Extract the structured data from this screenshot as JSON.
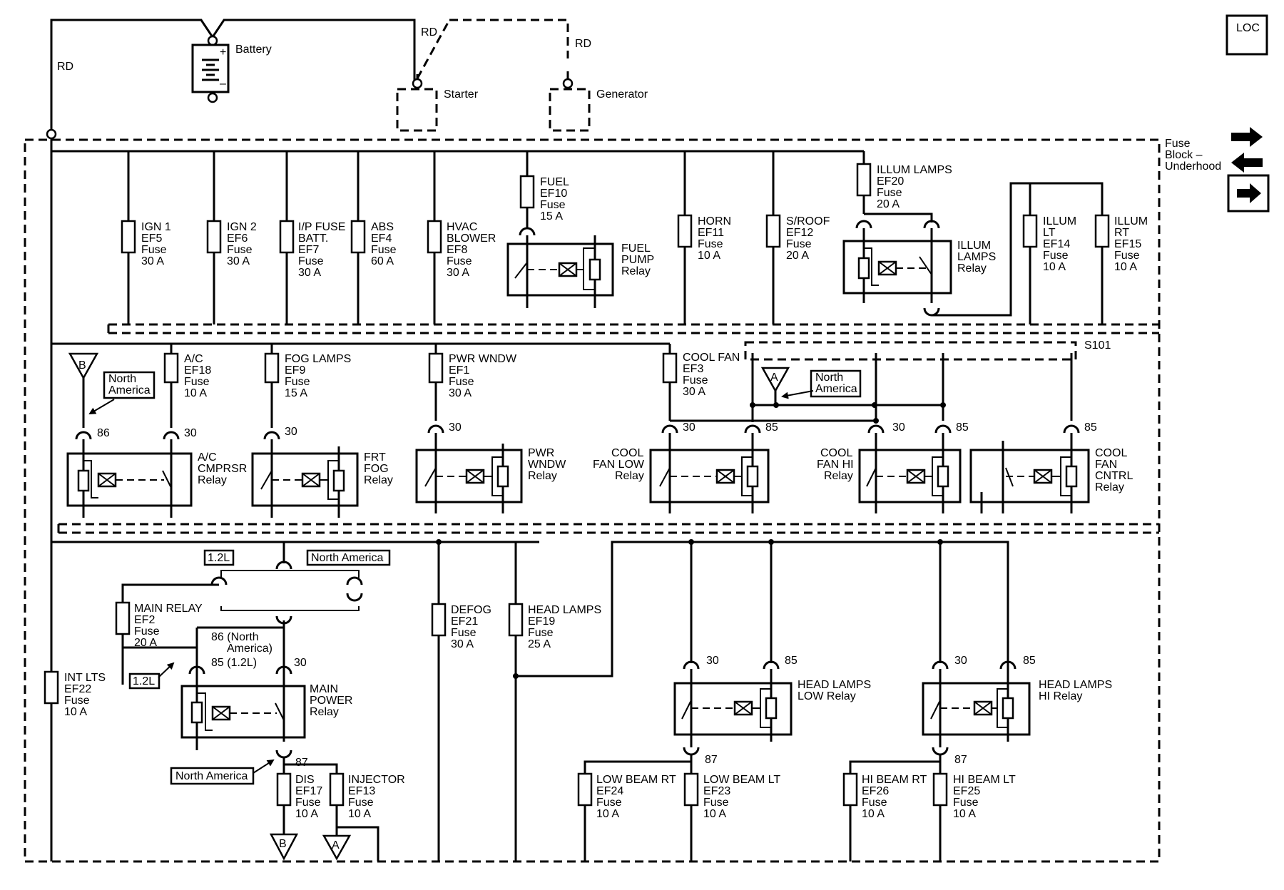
{
  "wire_color": "RD",
  "battery": "Battery",
  "starter": "Starter",
  "generator": "Generator",
  "fuse_block": [
    "Fuse",
    "Block –",
    "Underhood"
  ],
  "loc_icon": "LOC",
  "splice": "S101",
  "top_fuses": [
    {
      "lines": [
        "IGN 1",
        "EF5",
        "Fuse",
        "30 A"
      ]
    },
    {
      "lines": [
        "IGN 2",
        "EF6",
        "Fuse",
        "30 A"
      ]
    },
    {
      "lines": [
        "I/P FUSE",
        "BATT.",
        "EF7",
        "Fuse",
        "30 A"
      ]
    },
    {
      "lines": [
        "ABS",
        "EF4",
        "Fuse",
        "60 A"
      ]
    },
    {
      "lines": [
        "HVAC",
        "BLOWER",
        "EF8",
        "Fuse",
        "30 A"
      ]
    },
    {
      "lines": [
        "FUEL",
        "EF10",
        "Fuse",
        "15 A"
      ]
    },
    {
      "lines": [
        "HORN",
        "EF11",
        "Fuse",
        "10 A"
      ]
    },
    {
      "lines": [
        "S/ROOF",
        "EF12",
        "Fuse",
        "20 A"
      ]
    },
    {
      "lines": [
        "ILLUM LAMPS",
        "EF20",
        "Fuse",
        "20 A"
      ]
    },
    {
      "lines": [
        "ILLUM",
        "LT",
        "EF14",
        "Fuse",
        "10 A"
      ]
    },
    {
      "lines": [
        "ILLUM",
        "RT",
        "EF15",
        "Fuse",
        "10 A"
      ]
    }
  ],
  "mid_fuses": [
    {
      "lines": [
        "A/C",
        "EF18",
        "Fuse",
        "10 A"
      ]
    },
    {
      "lines": [
        "FOG LAMPS",
        "EF9",
        "Fuse",
        "15 A"
      ]
    },
    {
      "lines": [
        "PWR WNDW",
        "EF1",
        "Fuse",
        "30 A"
      ]
    },
    {
      "lines": [
        "COOL FAN",
        "EF3",
        "Fuse",
        "30 A"
      ]
    }
  ],
  "bottom_fuses": [
    {
      "lines": [
        "MAIN RELAY",
        "EF2",
        "Fuse",
        "20 A"
      ]
    },
    {
      "lines": [
        "INT LTS",
        "EF22",
        "Fuse",
        "10 A"
      ]
    },
    {
      "lines": [
        "DEFOG",
        "EF21",
        "Fuse",
        "30 A"
      ]
    },
    {
      "lines": [
        "HEAD LAMPS",
        "EF19",
        "Fuse",
        "25 A"
      ]
    },
    {
      "lines": [
        "DIS",
        "EF17",
        "Fuse",
        "10 A"
      ]
    },
    {
      "lines": [
        "INJECTOR",
        "EF13",
        "Fuse",
        "10 A"
      ]
    },
    {
      "lines": [
        "LOW BEAM RT",
        "EF24",
        "Fuse",
        "10 A"
      ]
    },
    {
      "lines": [
        "LOW BEAM LT",
        "EF23",
        "Fuse",
        "10 A"
      ]
    },
    {
      "lines": [
        "HI BEAM RT",
        "EF26",
        "Fuse",
        "10 A"
      ]
    },
    {
      "lines": [
        "HI BEAM LT",
        "EF25",
        "Fuse",
        "10 A"
      ]
    }
  ],
  "relays": [
    {
      "lines": [
        "FUEL",
        "PUMP",
        "Relay"
      ]
    },
    {
      "lines": [
        "ILLUM",
        "LAMPS",
        "Relay"
      ]
    },
    {
      "lines": [
        "A/C",
        "CMPRSR",
        "Relay"
      ]
    },
    {
      "lines": [
        "FRT",
        "FOG",
        "Relay"
      ]
    },
    {
      "lines": [
        "PWR",
        "WNDW",
        "Relay"
      ]
    },
    {
      "lines": [
        "COOL",
        "FAN LOW",
        "Relay"
      ]
    },
    {
      "lines": [
        "COOL",
        "FAN HI",
        "Relay"
      ]
    },
    {
      "lines": [
        "COOL",
        "FAN",
        "CNTRL",
        "Relay"
      ]
    },
    {
      "lines": [
        "MAIN",
        "POWER",
        "Relay"
      ]
    },
    {
      "lines": [
        "HEAD LAMPS",
        "LOW Relay"
      ]
    },
    {
      "lines": [
        "HEAD LAMPS",
        "HI Relay"
      ]
    }
  ],
  "pins": {
    "p30": "30",
    "p85": "85",
    "p86": "86",
    "p87": "87",
    "p86na": "86 (North",
    "p86na2": "America)",
    "p85l": "85 (1.2L)"
  },
  "options": {
    "north_america": "North America",
    "north": "North",
    "america": "America",
    "l12": "1.2L"
  },
  "connectors": {
    "a": "A",
    "b": "B"
  }
}
